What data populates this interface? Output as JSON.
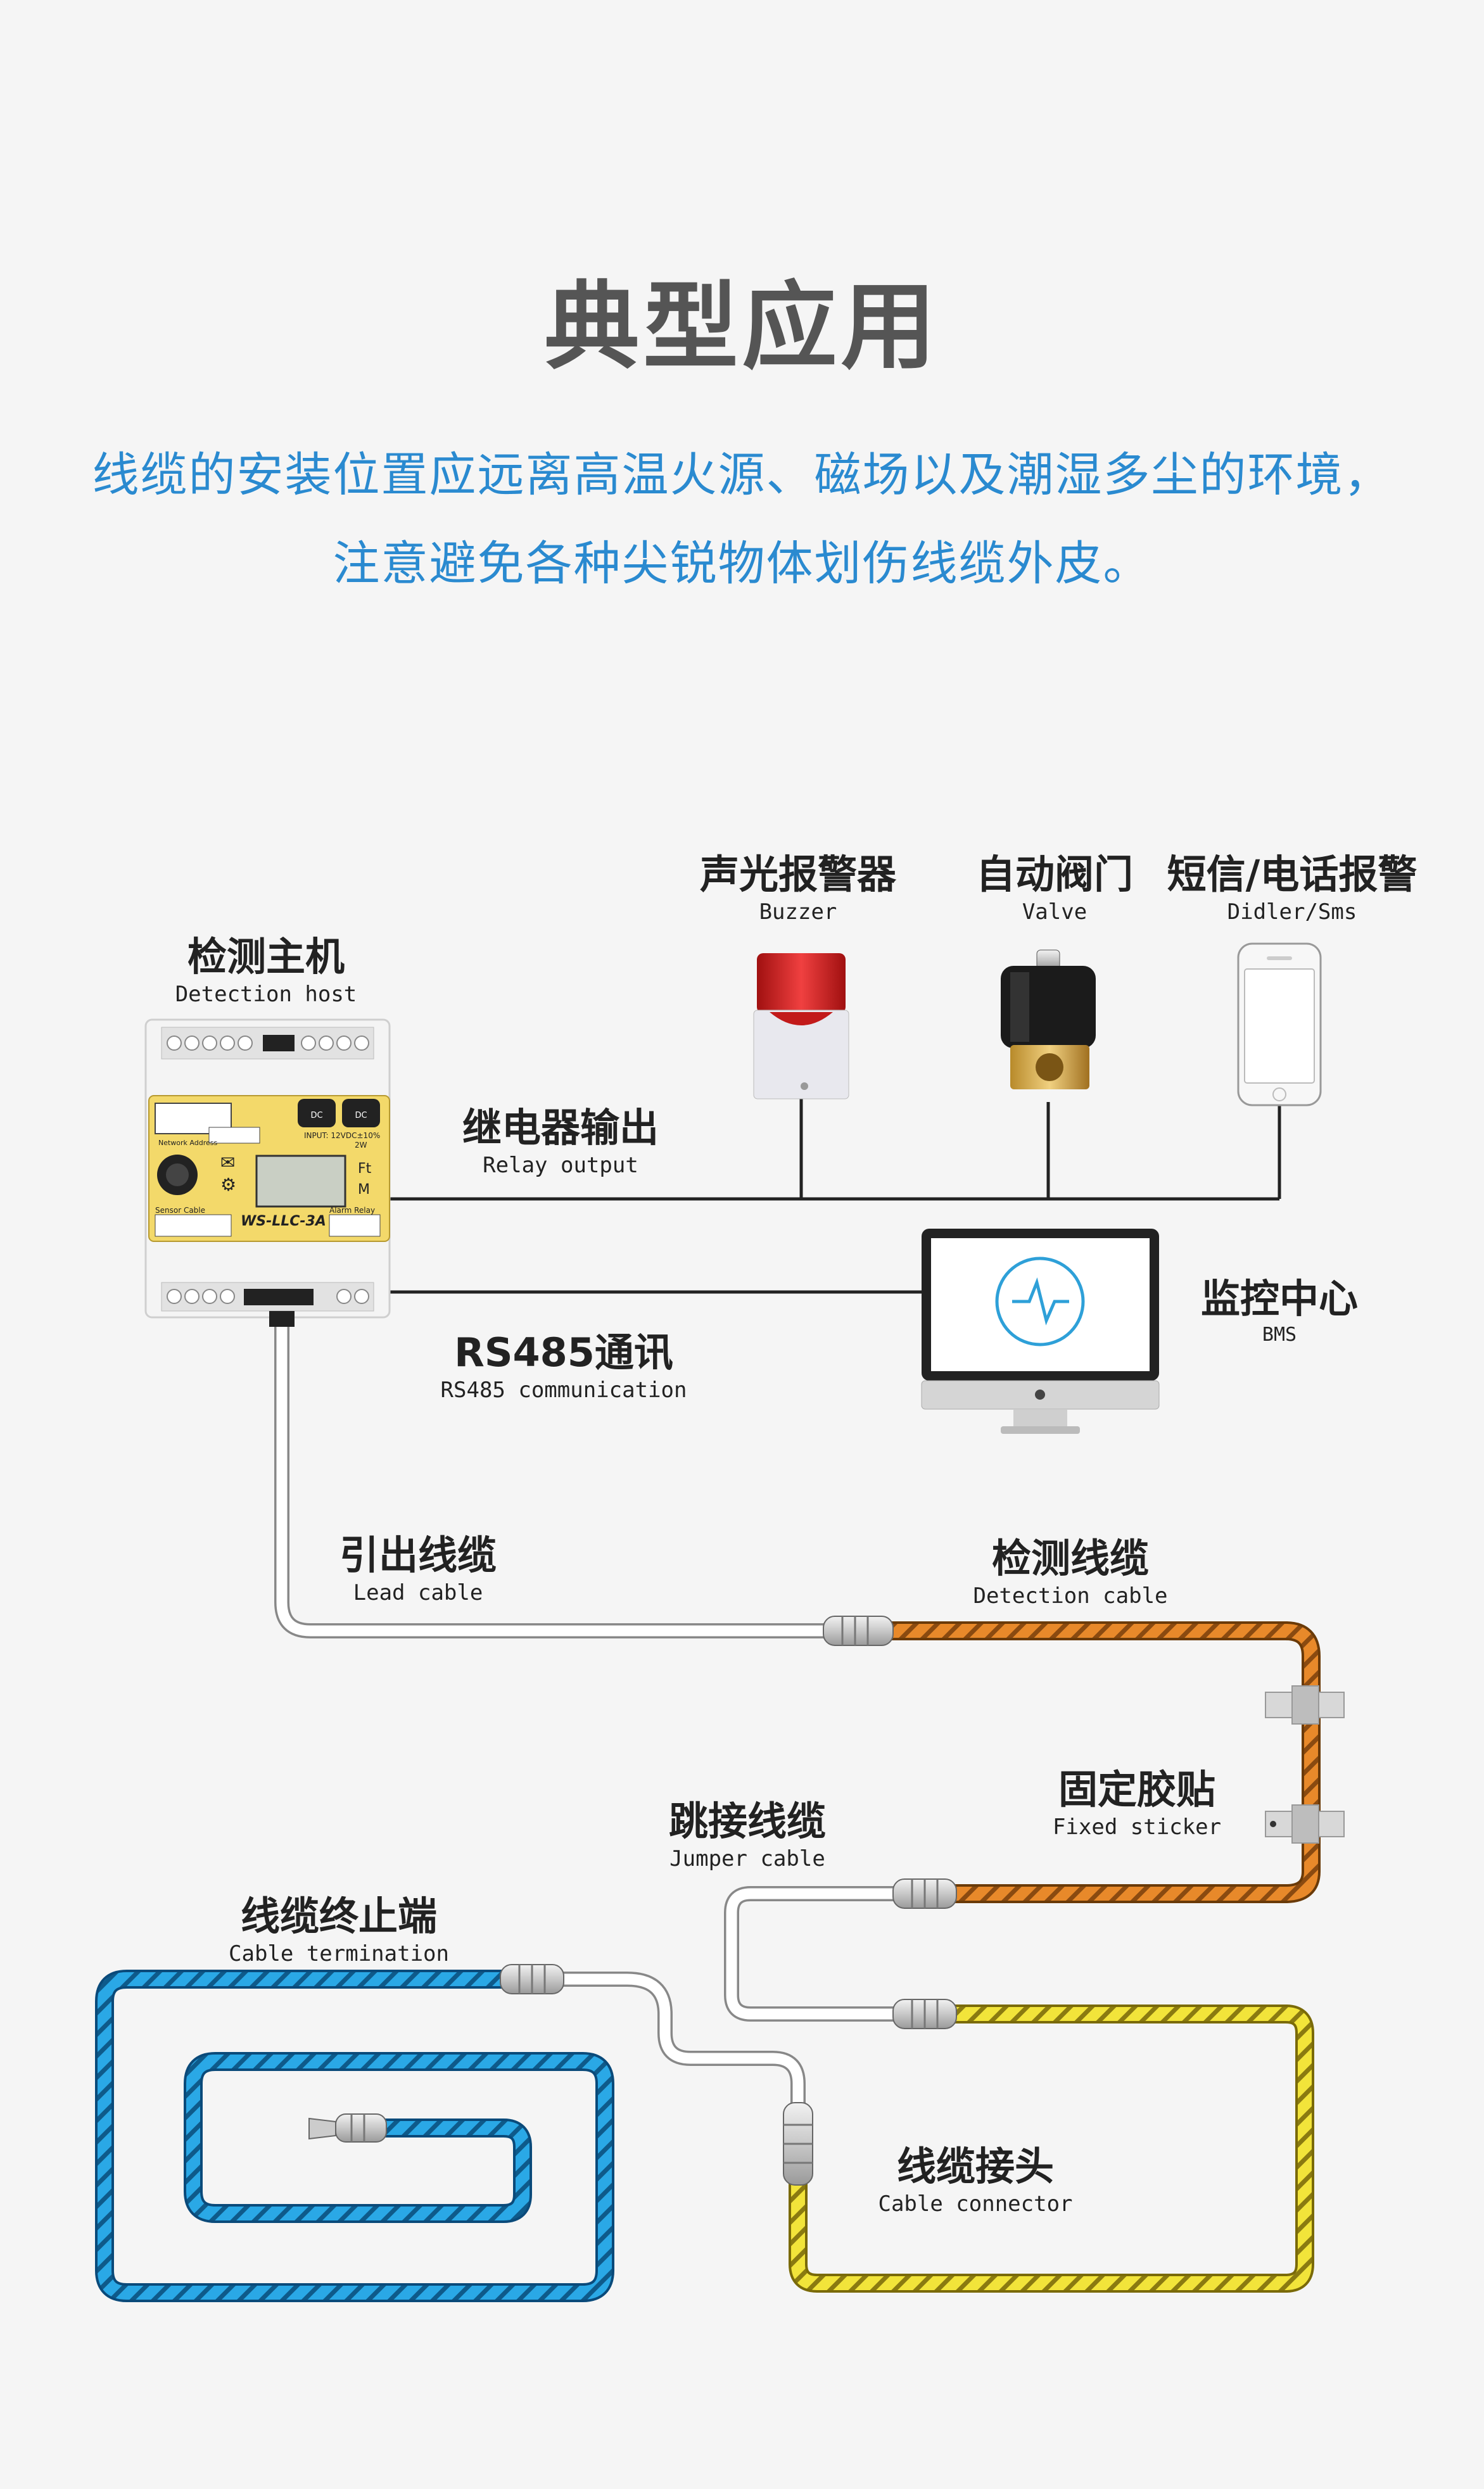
{
  "header": {
    "title": "典型应用",
    "description_line1": "线缆的安装位置应远离高温火源、磁场以及潮湿多尘的环境，",
    "description_line2": "注意避免各种尖锐物体划伤线缆外皮。"
  },
  "labels": {
    "detection_host": {
      "zh": "检测主机",
      "en": "Detection host"
    },
    "buzzer": {
      "zh": "声光报警器",
      "en": "Buzzer"
    },
    "valve": {
      "zh": "自动阀门",
      "en": "Valve"
    },
    "sms": {
      "zh": "短信/电话报警",
      "en": "Didler/Sms"
    },
    "relay_output": {
      "zh": "继电器输出",
      "en": "Relay output"
    },
    "monitoring_center": {
      "zh": "监控中心",
      "en": "BMS"
    },
    "rs485": {
      "zh": "RS485通讯",
      "en": "RS485 communication"
    },
    "lead_cable": {
      "zh": "引出线缆",
      "en": "Lead cable"
    },
    "detection_cable": {
      "zh": "检测线缆",
      "en": "Detection cable"
    },
    "fixed_sticker": {
      "zh": "固定胶贴",
      "en": "Fixed sticker"
    },
    "jumper_cable": {
      "zh": "跳接线缆",
      "en": "Jumper cable"
    },
    "cable_termination": {
      "zh": "线缆终止端",
      "en": "Cable termination"
    },
    "cable_connector": {
      "zh": "线缆接头",
      "en": "Cable connector"
    }
  },
  "device": {
    "model": "WS-LLC-3A",
    "network_address": "Network Address",
    "input_spec": "INPUT: 12VDC±10%",
    "power": "2W",
    "sensor_cable": "Sensor Cable",
    "alarm_relay": "Alarm Relay",
    "unit_ft": "Ft",
    "unit_m": "M",
    "dc": "DC"
  },
  "colors": {
    "subtitle": "#2a8ad0",
    "detection_cable": "#e8892a",
    "jumper_cable": "#f0e030",
    "termination_cable": "#2aa8e6",
    "device_panel": "#f3d96a"
  }
}
